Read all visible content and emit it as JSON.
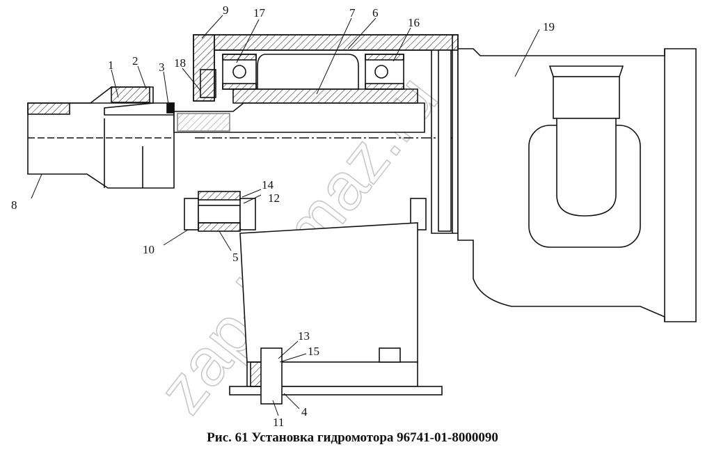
{
  "figure": {
    "caption": "Рис. 61 Установка гидромотора 96741-01-8000090",
    "watermark": "zap-kamaz.ru",
    "labels": [
      "1",
      "2",
      "3",
      "4",
      "5",
      "6",
      "7",
      "8",
      "9",
      "10",
      "11",
      "12",
      "13",
      "14",
      "15",
      "16",
      "17",
      "18",
      "19"
    ]
  }
}
